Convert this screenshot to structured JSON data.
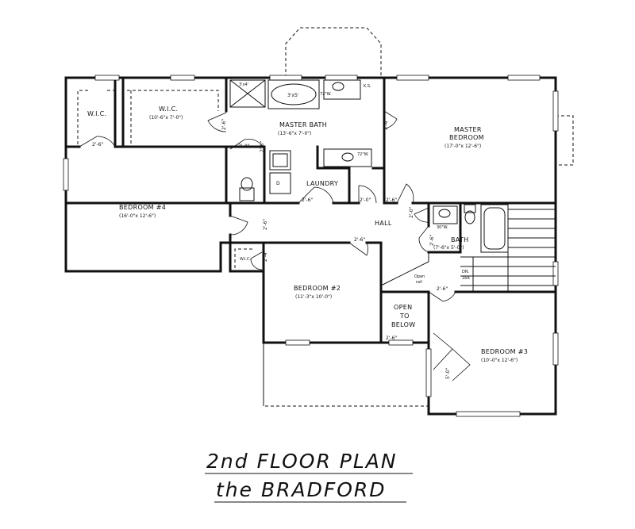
{
  "title": {
    "line1": "2nd FLOOR PLAN",
    "line2": "the BRADFORD"
  },
  "rooms": {
    "wic_left": "W.I.C.",
    "wic_master": "W.I.C.",
    "wic_master_dims": "(10'-6\"x 7'-0\")",
    "shower": "3'x4'",
    "tub": "3'x5'",
    "ks": "K.S.",
    "master_bath": "MASTER BATH",
    "master_bath_dims": "(13'-6\"x 7'-0\")",
    "master_bedroom_1": "MASTER",
    "master_bedroom_2": "BEDROOM",
    "master_bedroom_dims": "(17'-0\"x 12'-6\")",
    "bedroom4": "BEDROOM #4",
    "bedroom4_dims": "(16'-0\"x 12'-6\")",
    "laundry": "LAUNDRY",
    "hall": "HALL",
    "bath": "BATH",
    "bath_dims": "(7'-6\"x 5'-0\")",
    "wic_bed2": "W.I.C.",
    "bedroom2": "BEDROOM #2",
    "bedroom2_dims": "(11'-3\"x 10'-0\")",
    "open1": "OPEN",
    "open2": "TO",
    "open3": "BELOW",
    "open_rail_1": "Open",
    "open_rail_2": "rail",
    "stairs_1": "DN.",
    "stairs_2": "16R",
    "bedroom3": "BEDROOM #3",
    "bedroom3_dims": "(10'-0\"x 12'-6\")",
    "dryer": "D",
    "vanity1": "72\"W.",
    "vanity2": "72\"W.",
    "vanity3": "30\"W."
  },
  "doors": {
    "d1": "2'-6\"",
    "d2": "2'-6\"",
    "d3": "2'-4\"",
    "d4": "2'-4\"",
    "d5": "2'-6\"",
    "d6": "2'-0\"",
    "d7": "2'-6\"",
    "d8": "2'-6\"",
    "d9": "2'-6\"",
    "d10": "2'-6\"",
    "d11": "2'-6\"",
    "d12": "2'-0\"",
    "d13": "2'-6\"",
    "d14": "5'-0\"",
    "d15": "2'-4\"",
    "d16": "2'-6\""
  }
}
